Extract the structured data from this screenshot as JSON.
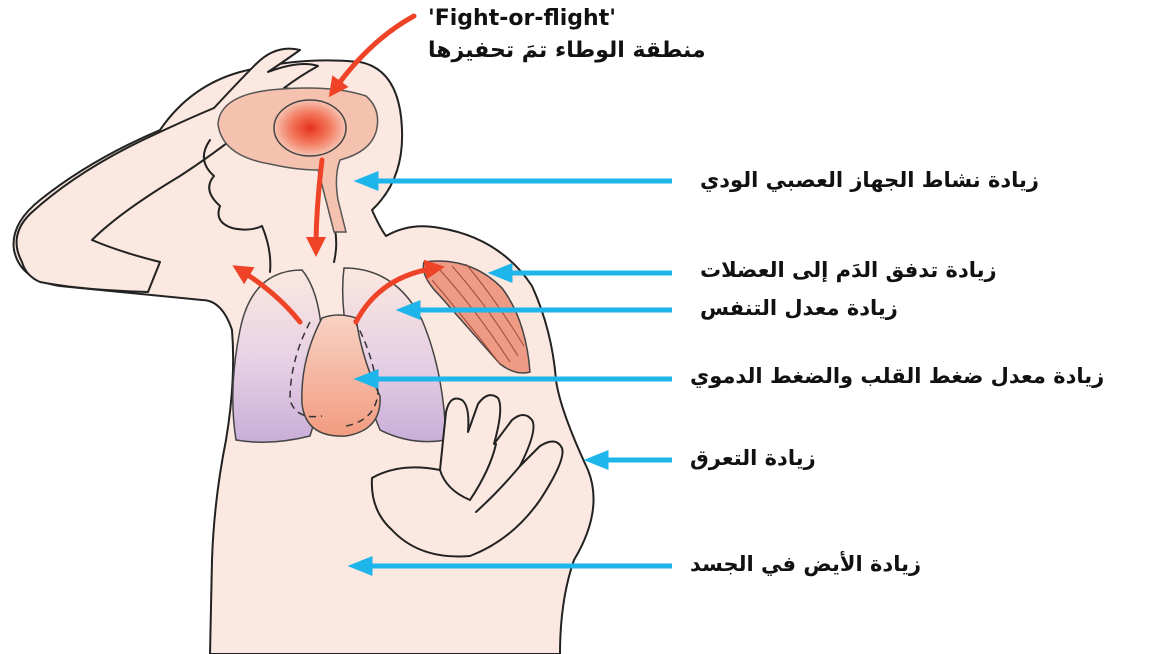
{
  "title": {
    "english": "'Fight-or-flight'",
    "arabic": "منطقة الوطاء تمَ تحفيزها"
  },
  "labels": [
    "زيادة نشاط الجهاز العصبي الودي",
    "زيادة تدفق الدَم إلى العضلات",
    "زيادة معدل التنفس",
    "زيادة معدل ضغط القلب والضغط الدموي",
    "زيادة التعرق",
    "زيادة الأيض في الجسد"
  ],
  "colors": {
    "blue_arrow": "#1eb6ea",
    "red_arrow": "#ee4326",
    "skin": "#fbe8e0",
    "brain": "#f6b8a4",
    "hypothalamus": "#f05a3c",
    "lung": "#d6bfdf",
    "heart": "#f4a68c",
    "muscle": "#ee9a84"
  }
}
